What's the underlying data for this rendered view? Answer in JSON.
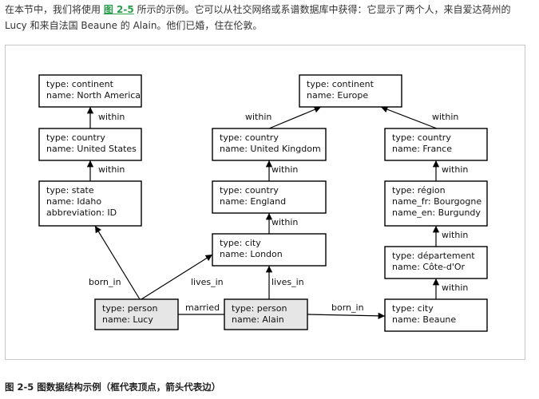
{
  "intro": {
    "before": "在本节中，我们将使用",
    "link": "图 2-5",
    "after": "所示的示例。它可以从社交网络或系谱数据库中获得：它显示了两个人，来自爱达荷州的 Lucy 和来自法国 Beaune 的 Alain。他们已婚，住在伦敦。"
  },
  "caption": "图 2-5 图数据结构示例（框代表顶点，箭头代表边）",
  "colors": {
    "person_fill": "#e6e6e6",
    "node_fill": "#ffffff",
    "stroke": "#000000",
    "link": "#2a9d4b"
  },
  "nodes": [
    {
      "id": "north-america",
      "lines": [
        "type: continent",
        "name: North America"
      ]
    },
    {
      "id": "united-states",
      "lines": [
        "type: country",
        "name: United States"
      ]
    },
    {
      "id": "idaho",
      "lines": [
        "type: state",
        "name: Idaho",
        "abbreviation: ID"
      ]
    },
    {
      "id": "europe",
      "lines": [
        "type: continent",
        "name: Europe"
      ]
    },
    {
      "id": "united-kingdom",
      "lines": [
        "type: country",
        "name: United Kingdom"
      ]
    },
    {
      "id": "england",
      "lines": [
        "type: country",
        "name: England"
      ]
    },
    {
      "id": "london",
      "lines": [
        "type: city",
        "name: London"
      ]
    },
    {
      "id": "france",
      "lines": [
        "type: country",
        "name: France"
      ]
    },
    {
      "id": "bourgogne",
      "lines": [
        "type: région",
        "name_fr: Bourgogne",
        "name_en: Burgundy"
      ]
    },
    {
      "id": "cote-dor",
      "lines": [
        "type: département",
        "name: Côte-d'Or"
      ]
    },
    {
      "id": "beaune",
      "lines": [
        "type: city",
        "name: Beaune"
      ]
    },
    {
      "id": "lucy",
      "lines": [
        "type: person",
        "name: Lucy"
      ],
      "person": true
    },
    {
      "id": "alain",
      "lines": [
        "type: person",
        "name: Alain"
      ],
      "person": true
    }
  ],
  "edges": [
    {
      "from": "united-states",
      "to": "north-america",
      "label": "within"
    },
    {
      "from": "idaho",
      "to": "united-states",
      "label": "within"
    },
    {
      "from": "united-kingdom",
      "to": "europe",
      "label": "within"
    },
    {
      "from": "england",
      "to": "united-kingdom",
      "label": "within"
    },
    {
      "from": "london",
      "to": "england",
      "label": "within"
    },
    {
      "from": "france",
      "to": "europe",
      "label": "within"
    },
    {
      "from": "bourgogne",
      "to": "france",
      "label": "within"
    },
    {
      "from": "cote-dor",
      "to": "bourgogne",
      "label": "within"
    },
    {
      "from": "beaune",
      "to": "cote-dor",
      "label": "within"
    },
    {
      "from": "lucy",
      "to": "idaho",
      "label": "born_in"
    },
    {
      "from": "lucy",
      "to": "london",
      "label": "lives_in"
    },
    {
      "from": "alain",
      "to": "london",
      "label": "lives_in"
    },
    {
      "from": "alain",
      "to": "beaune",
      "label": "born_in"
    },
    {
      "from": "lucy",
      "to": "alain",
      "label": "married",
      "undirected": true
    }
  ]
}
